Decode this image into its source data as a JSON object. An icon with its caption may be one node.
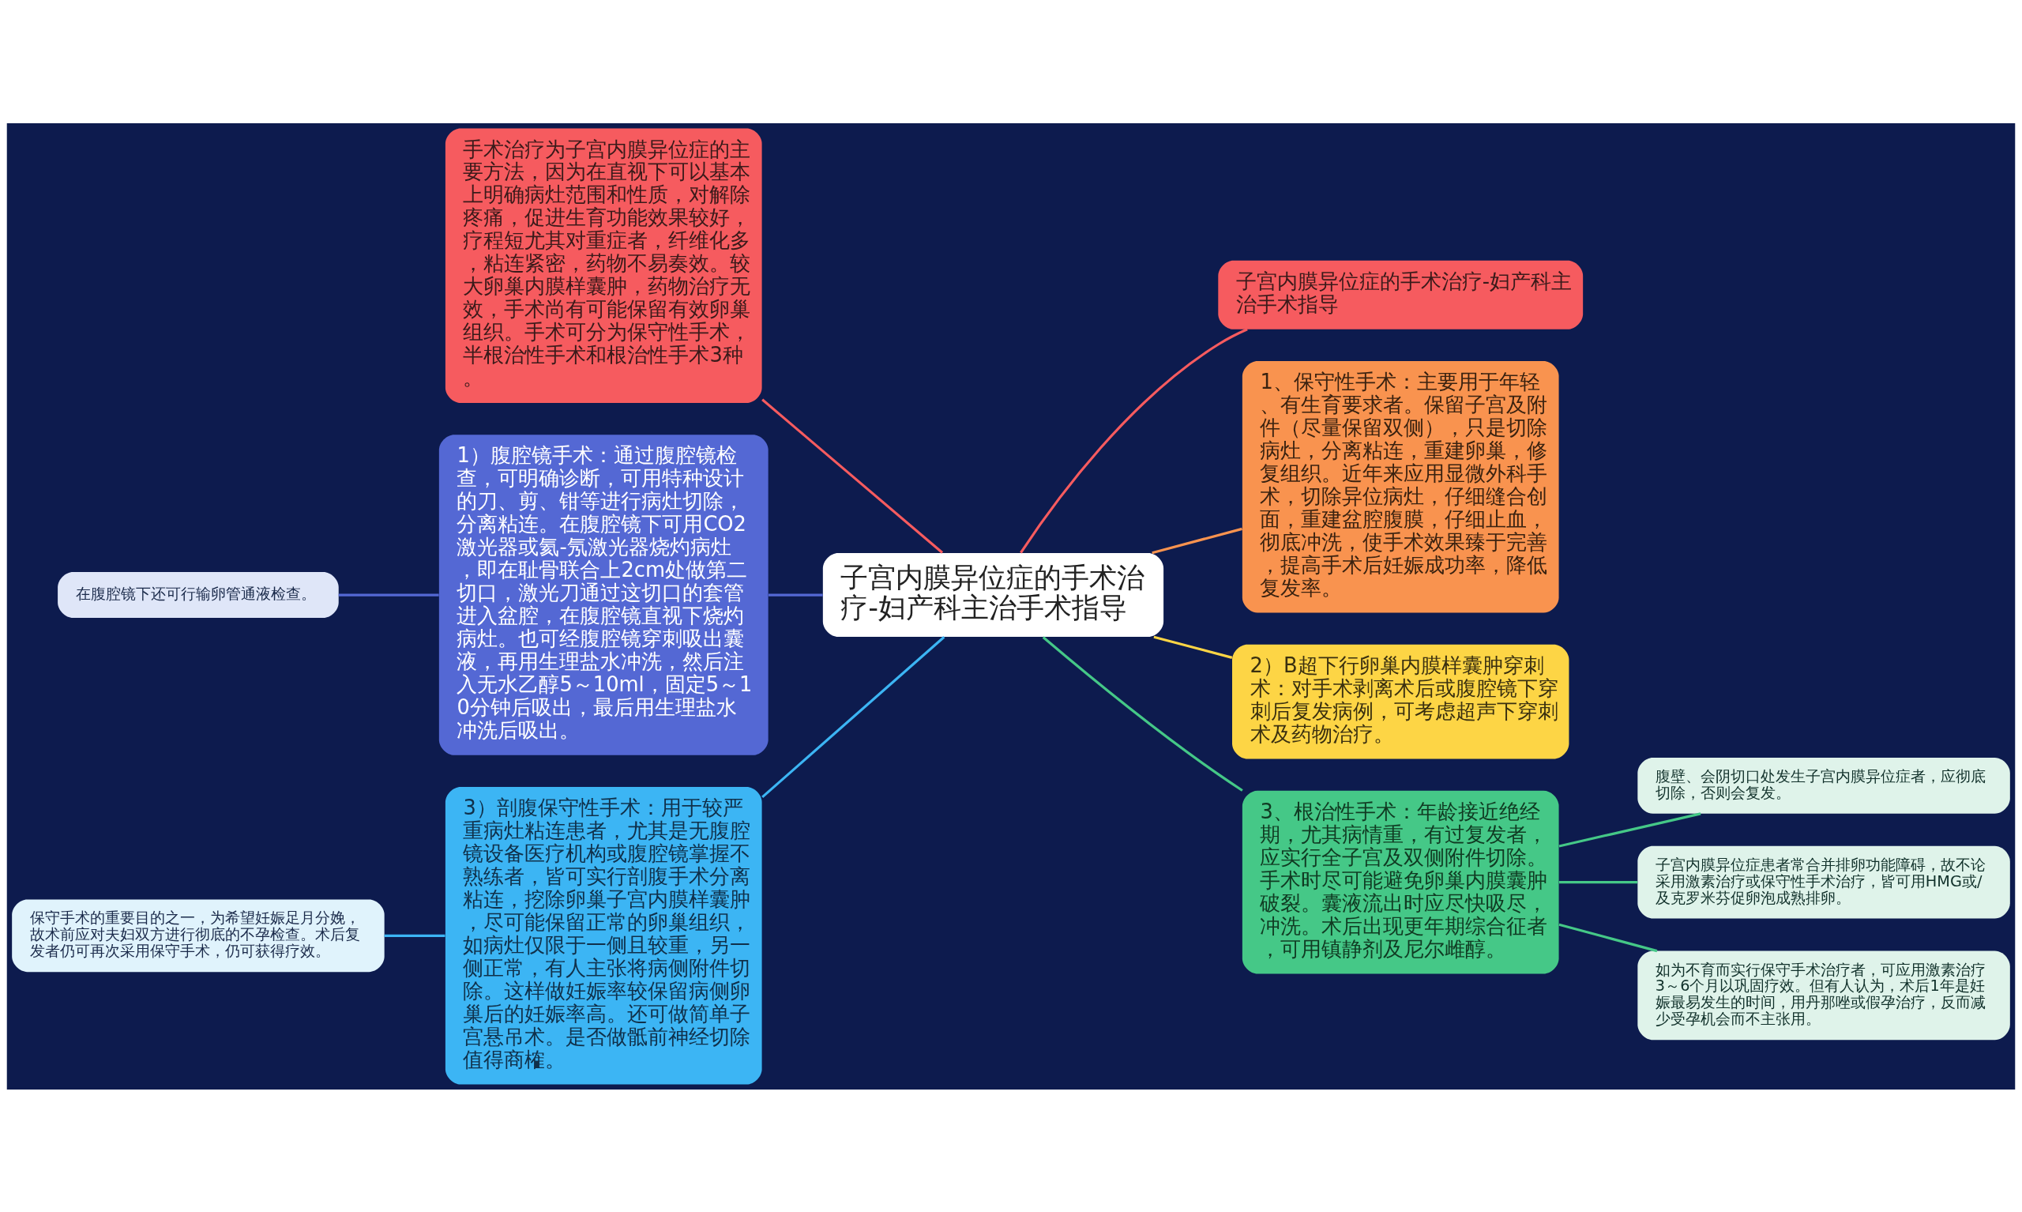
{
  "diagram": {
    "nodes": [
      {
        "text": [
          "子宫内膜异位症的手术治疗-妇产科主治手术指导"
        ]
      },
      {
        "text": [
          "手术治疗为子宫内膜异位症的主要方法，因为在直视下可以基本上明确病灶范围和性质，对解除疼痛，促进生育功能效果较好，疗程短尤其对重症者，纤维化多，粘连紧密，药物不易奏效。较大卵巢内膜样囊肿，药物治疗无效，手术尚有可能保留有效卵巢组织。手术可分为保守性手术，半根治性手术和根治性手术3种。"
        ]
      },
      {
        "text": [
          "1）腹腔镜手术：通过腹腔镜检查，可明确诊断，可用特种设计的刀、剪、钳等进行病灶切除，分离粘连。在腹腔镜下可用CO2激光器或氦-氖激光器烧灼病灶，即在耻骨联合上2cm处做第二切口，激光刀通过这切口的套管进入盆腔，在腹腔镜直视下烧灼病灶。也可经腹腔镜穿刺吸出囊液，再用生理盐水冲洗，然后注入无水乙醇5～10ml，固定5～10分钟后吸出，最后用生理盐水冲洗后吸出。"
        ]
      },
      {
        "text": [
          "在腹腔镜下还可行输卵管通液检查。"
        ]
      },
      {
        "text": [
          "3）剖腹保守性手术：用于较严重病灶粘连患者，尤其是无腹腔镜设备医疗机构或腹腔镜掌握不熟练者，皆可实行剖腹手术分离粘连，挖除卵巢子宫内膜样囊肿，尽可能保留正常的卵巢组织，如病灶仅限于一侧且较重，另一侧正常，有人主张将病侧附件切除。这样做妊娠率较保留病侧卵巢后的妊娠率高。还可做简单子宫悬吊术。是否做骶前神经切除值得商榷。"
        ]
      },
      {
        "text": [
          "保守手术的重要目的之一，为希望妊娠足月分娩，故术前应对夫妇双方进行彻底的不孕检查。术后复发者仍可再次采用保守手术，仍可获得疗效。"
        ]
      },
      {
        "text": [
          "子宫内膜异位症的手术治疗-妇产科主治手术指导"
        ]
      },
      {
        "text": [
          "1、保守性手术：主要用于年轻、有生育要求者。保留子宫及附件（尽量保留双侧），只是切除病灶，分离粘连，重建卵巢，修复组织。近年来应用显微外科手术，切除异位病灶，仔细缝合创面，重建盆腔腹膜，仔细止血，彻底冲洗，使手术效果臻于完善，提高手术后妊娠成功率，降低复发率。"
        ]
      },
      {
        "text": [
          "2）B超下行卵巢内膜样囊肿穿刺术：对手术剥离术后或腹腔镜下穿刺后复发病例，可考虑超声下穿刺术及药物治疗。"
        ]
      },
      {
        "text": [
          "3、根治性手术：年龄接近绝经期，尤其病情重，有过复发者，应实行全子宫及双侧附件切除。手术时尽可能避免卵巢内膜囊肿破裂。囊液流出时应尽快吸尽，冲洗。术后出现更年期综合征者，可用镇静剂及尼尔雌醇。"
        ]
      },
      {
        "text": [
          "腹壁、会阴切口处发生子宫内膜异位症者，应彻底切除，否则会复发。"
        ]
      },
      {
        "text": [
          "子宫内膜异位症患者常合并排卵功能障碍，故不论采用激素治疗或保守性手术治疗，皆可用HMG或/及克罗米芬促卵泡成熟排卵。"
        ]
      },
      {
        "text": [
          "如为不育而实行保守手术治疗者，可应用激素治疗3～6个月以巩固疗效。但有人认为，术后1年是妊娠最易发生的时间，用丹那唑或假孕治疗，反而减少受孕机会而不主张用。"
        ]
      }
    ],
    "edges": [
      {
        "from": 0,
        "to": 1,
        "arrow": "none",
        "color": "#f65b5f"
      },
      {
        "from": 0,
        "to": 2,
        "arrow": "none",
        "color": "#5468d4"
      },
      {
        "from": 2,
        "to": 3,
        "arrow": "none",
        "color": "#5468d4"
      },
      {
        "from": 0,
        "to": 4,
        "arrow": "none",
        "color": "#3cb5f4"
      },
      {
        "from": 4,
        "to": 5,
        "arrow": "none",
        "color": "#3cb5f4"
      },
      {
        "from": 0,
        "to": 6,
        "arrow": "none",
        "color": "#f65b5f"
      },
      {
        "from": 0,
        "to": 7,
        "arrow": "none",
        "color": "#f9934f"
      },
      {
        "from": 0,
        "to": 8,
        "arrow": "none",
        "color": "#fdd545"
      },
      {
        "from": 0,
        "to": 9,
        "arrow": "none",
        "color": "#45c887"
      },
      {
        "from": 9,
        "to": 10,
        "arrow": "none",
        "color": "#45c887"
      },
      {
        "from": 9,
        "to": 11,
        "arrow": "none",
        "color": "#45c887"
      },
      {
        "from": 9,
        "to": 12,
        "arrow": "none",
        "color": "#45c887"
      }
    ]
  }
}
